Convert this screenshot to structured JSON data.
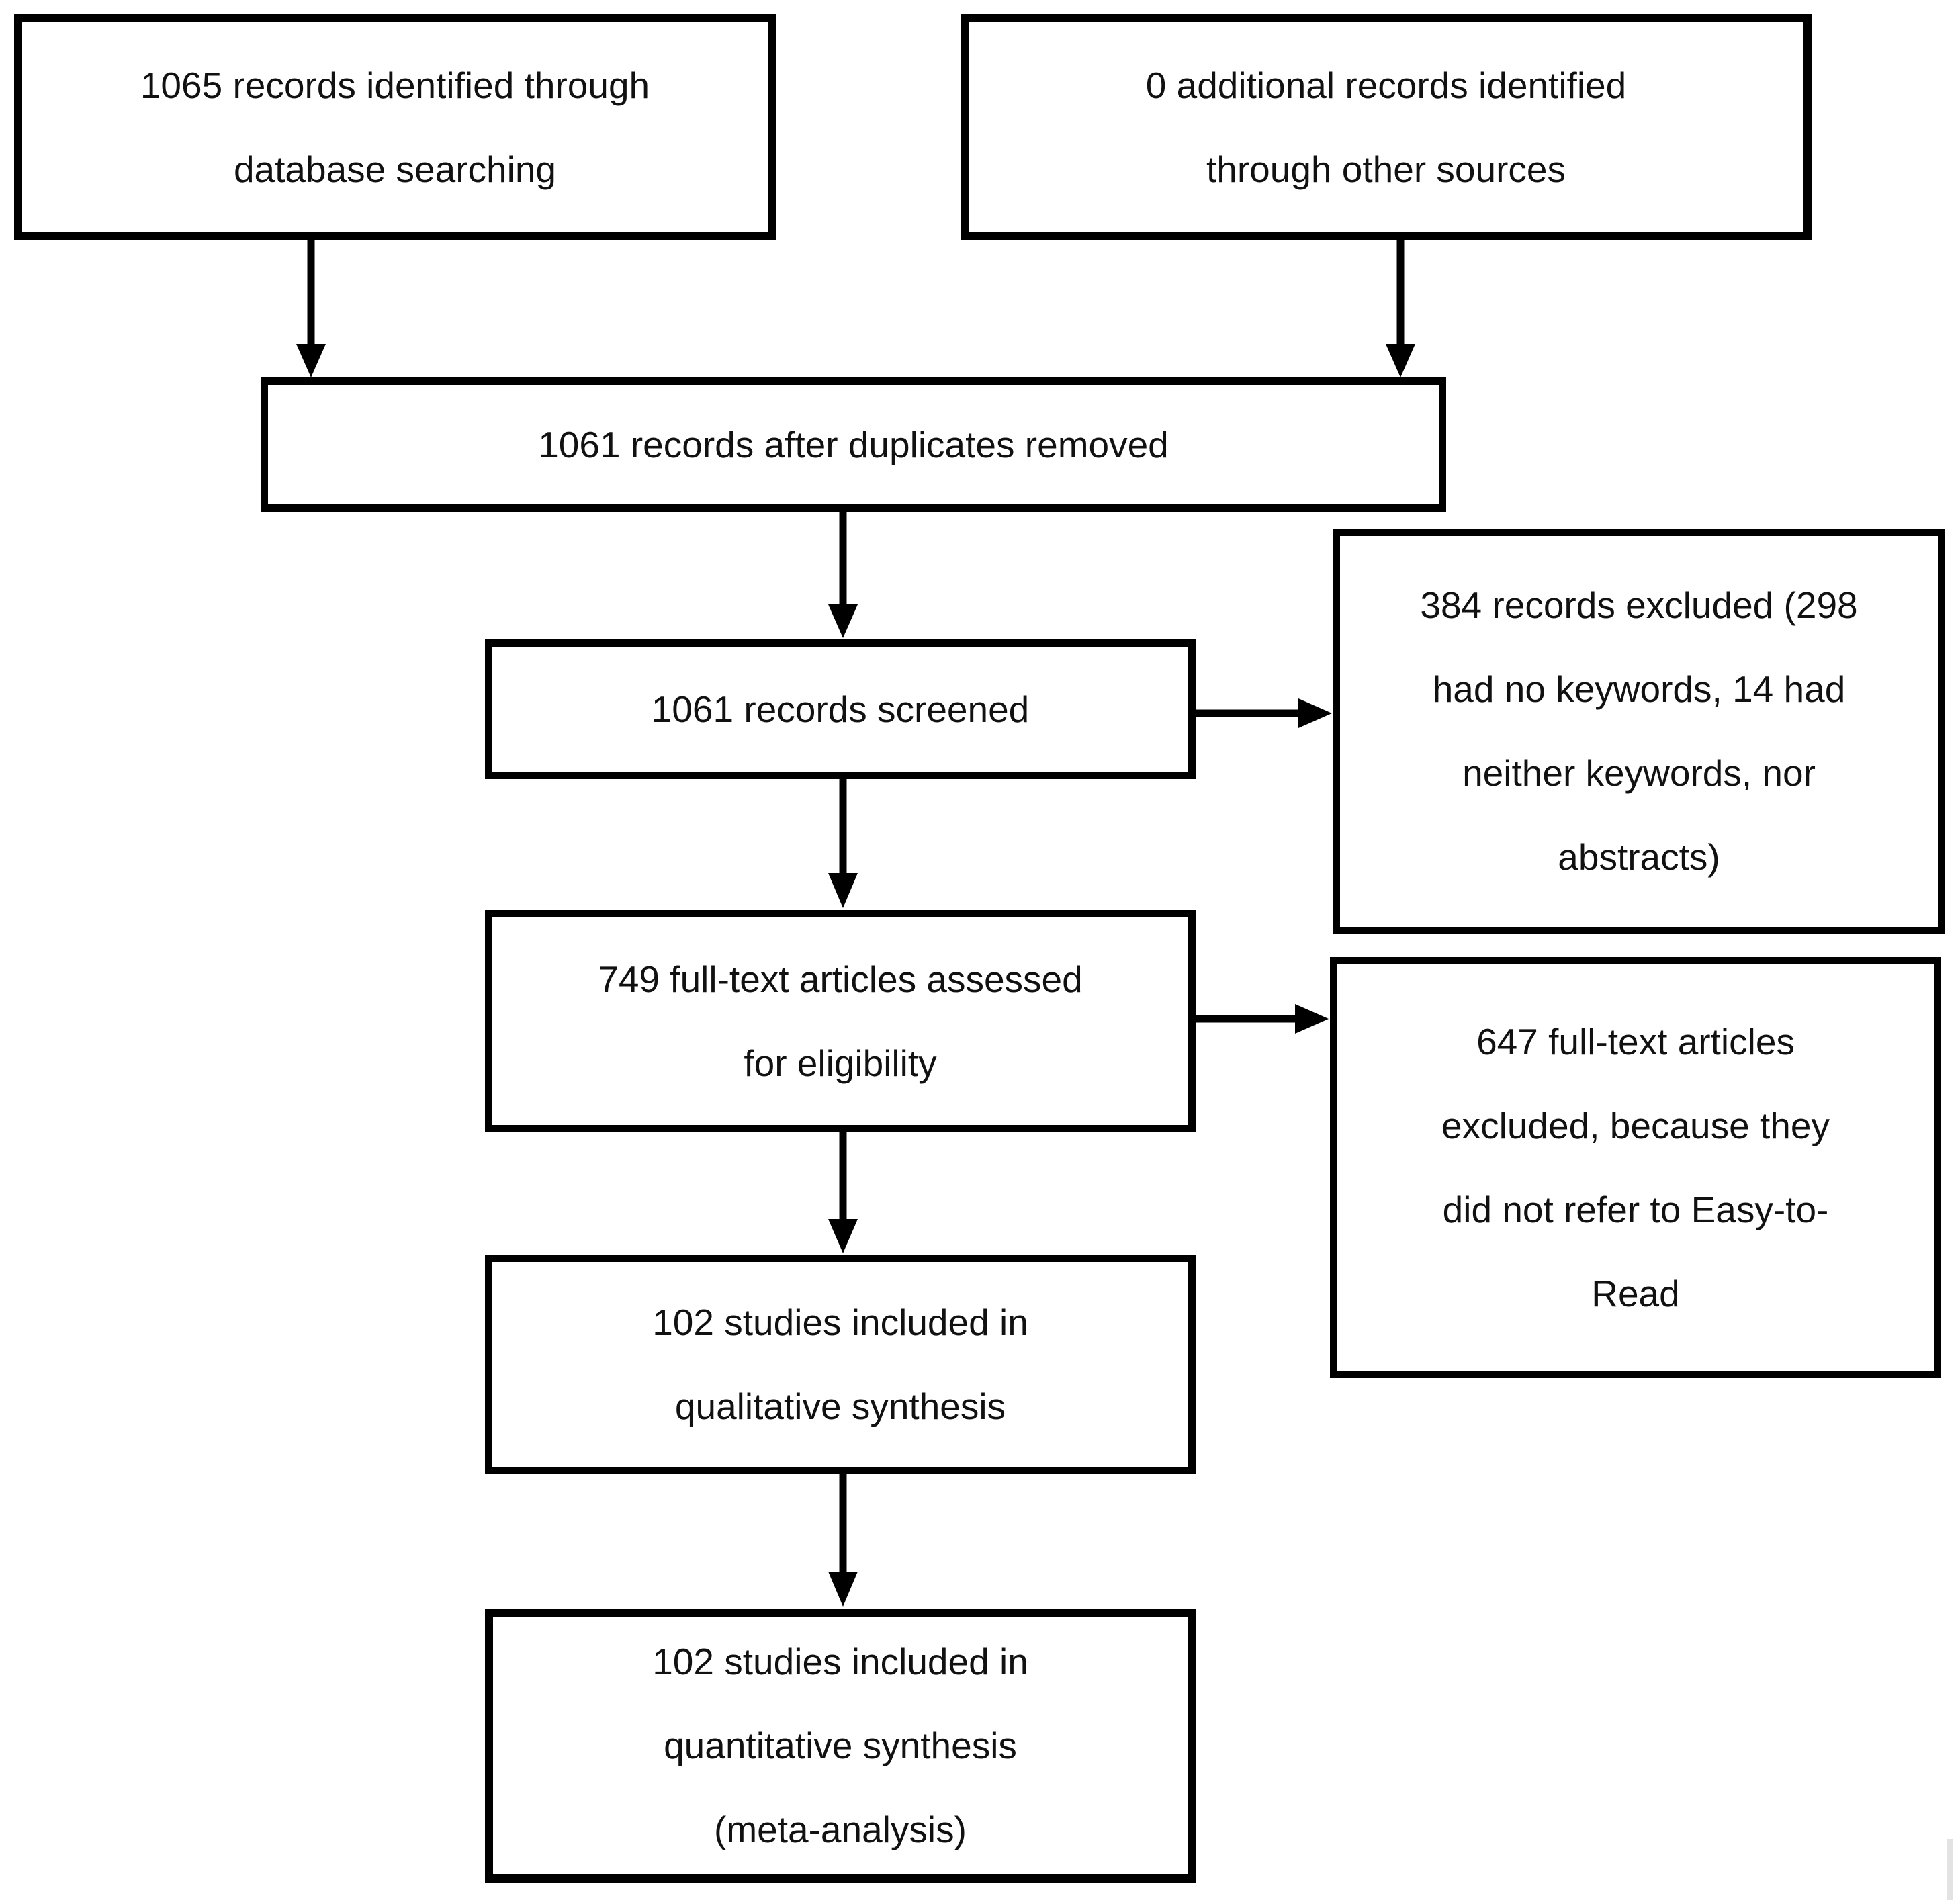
{
  "diagram_type": "prisma-flow",
  "nodes": {
    "identified": {
      "count": 1065,
      "label": "1065 records identified through\ndatabase searching"
    },
    "other_sources": {
      "count": 0,
      "label": "0 additional records identified\nthrough other sources"
    },
    "deduplicated": {
      "count": 1061,
      "label": "1061 records after duplicates removed"
    },
    "screened": {
      "count": 1061,
      "label": "1061 records screened"
    },
    "records_excluded": {
      "count": 384,
      "label": "384 records excluded (298\nhad no keywords, 14 had\nneither keywords, nor\nabstracts)"
    },
    "fulltext_assessed": {
      "count": 749,
      "label": "749 full-text articles assessed\nfor eligibility"
    },
    "fulltext_excluded": {
      "count": 647,
      "label": "647 full-text articles\nexcluded, because they\ndid not refer to Easy-to-\nRead"
    },
    "qualitative_included": {
      "count": 102,
      "label": "102 studies included in\nqualitative synthesis"
    },
    "quantitative_included": {
      "count": 102,
      "label": "102 studies included in\nquantitative synthesis\n(meta-analysis)"
    }
  },
  "colors": {
    "box_border": "#000000",
    "text": "#111111",
    "background": "#ffffff",
    "artifact_gray": "#e3e3e3"
  }
}
